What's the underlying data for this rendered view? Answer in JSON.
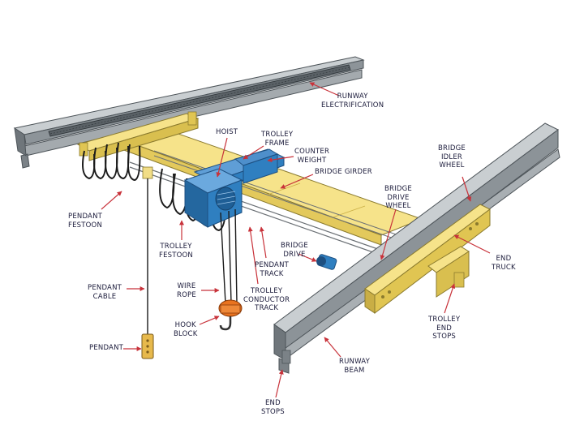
{
  "colors": {
    "steel": "#9aa1a6",
    "steel_dark": "#5f676c",
    "steel_light": "#c9ced1",
    "yellow": "#f6e38a",
    "yellow_dark": "#c9ae45",
    "blue": "#2f7fc0",
    "blue_dark": "#1d4f80",
    "orange": "#e9731f",
    "arrow": "#c8323a",
    "cable": "#1b1b1b",
    "label_text": "#1a1a3a"
  },
  "labels": {
    "runway_electrification": [
      "RUNWAY",
      "ELECTRIFICATION"
    ],
    "hoist": [
      "HOIST"
    ],
    "trolley_frame": [
      "TROLLEY",
      "FRAME"
    ],
    "counter_weight": [
      "COUNTER",
      "WEIGHT"
    ],
    "bridge_girder": [
      "BRIDGE GIRDER"
    ],
    "bridge_idler_wheel": [
      "BRIDGE",
      "IDLER",
      "WHEEL"
    ],
    "bridge_drive_wheel": [
      "BRIDGE",
      "DRIVE",
      "WHEEL"
    ],
    "pendant_festoon": [
      "PENDANT",
      "FESTOON"
    ],
    "trolley_festoon": [
      "TROLLEY",
      "FESTOON"
    ],
    "bridge_drive": [
      "BRIDGE",
      "DRIVE"
    ],
    "pendant_track": [
      "PENDANT",
      "TRACK"
    ],
    "end_truck": [
      "END",
      "TRUCK"
    ],
    "pendant_cable": [
      "PENDANT",
      "CABLE"
    ],
    "wire_rope": [
      "WIRE",
      "ROPE"
    ],
    "trolley_conductor_track": [
      "TROLLEY",
      "CONDUCTOR",
      "TRACK"
    ],
    "hook_block": [
      "HOOK",
      "BLOCK"
    ],
    "trolley_end_stops": [
      "TROLLEY",
      "END",
      "STOPS"
    ],
    "pendant": [
      "PENDANT"
    ],
    "runway_beam": [
      "RUNWAY",
      "BEAM"
    ],
    "end_stops": [
      "END",
      "STOPS"
    ]
  }
}
